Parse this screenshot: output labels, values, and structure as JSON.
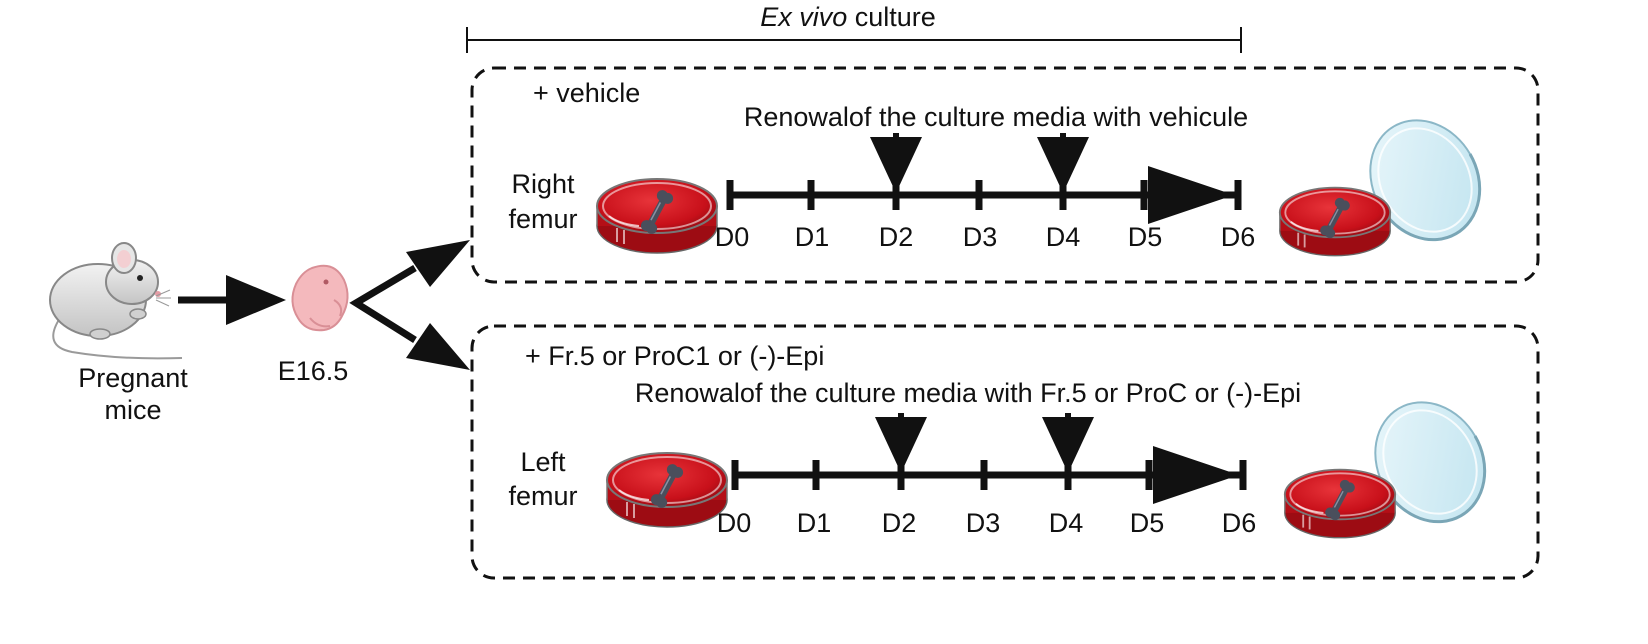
{
  "header": {
    "title_italic": "Ex vivo",
    "title_rest": " culture"
  },
  "source": {
    "mouse_label_line1": "Pregnant",
    "mouse_label_line2": "mice",
    "embryo_label": "E16.5"
  },
  "panels": [
    {
      "id": "vehicle",
      "treatment": "+ vehicle",
      "renewal": "Renowalof the culture media with vehicule",
      "sample_line1": "Right",
      "sample_line2": "femur",
      "days": [
        "D0",
        "D1",
        "D2",
        "D3",
        "D4",
        "D5",
        "D6"
      ]
    },
    {
      "id": "treated",
      "treatment": "+ Fr.5 or ProC1 or (-)-Epi",
      "renewal": "Renowalof the culture media with Fr.5 or ProC or (-)-Epi",
      "sample_line1": "Left",
      "sample_line2": "femur",
      "days": [
        "D0",
        "D1",
        "D2",
        "D3",
        "D4",
        "D5",
        "D6"
      ]
    }
  ],
  "icons": [
    "mouse-icon",
    "embryo-icon",
    "petri-dish-icon",
    "open-petri-dish-icon",
    "femur-icon"
  ],
  "colors": {
    "ink": "#111111",
    "media_red": "#c8101a",
    "dish_glass": "#cfe9f3",
    "embryo_pink": "#f4b9bd",
    "mouse_grey": "#d6d6d6",
    "bone_grey": "#4a4f5c"
  }
}
